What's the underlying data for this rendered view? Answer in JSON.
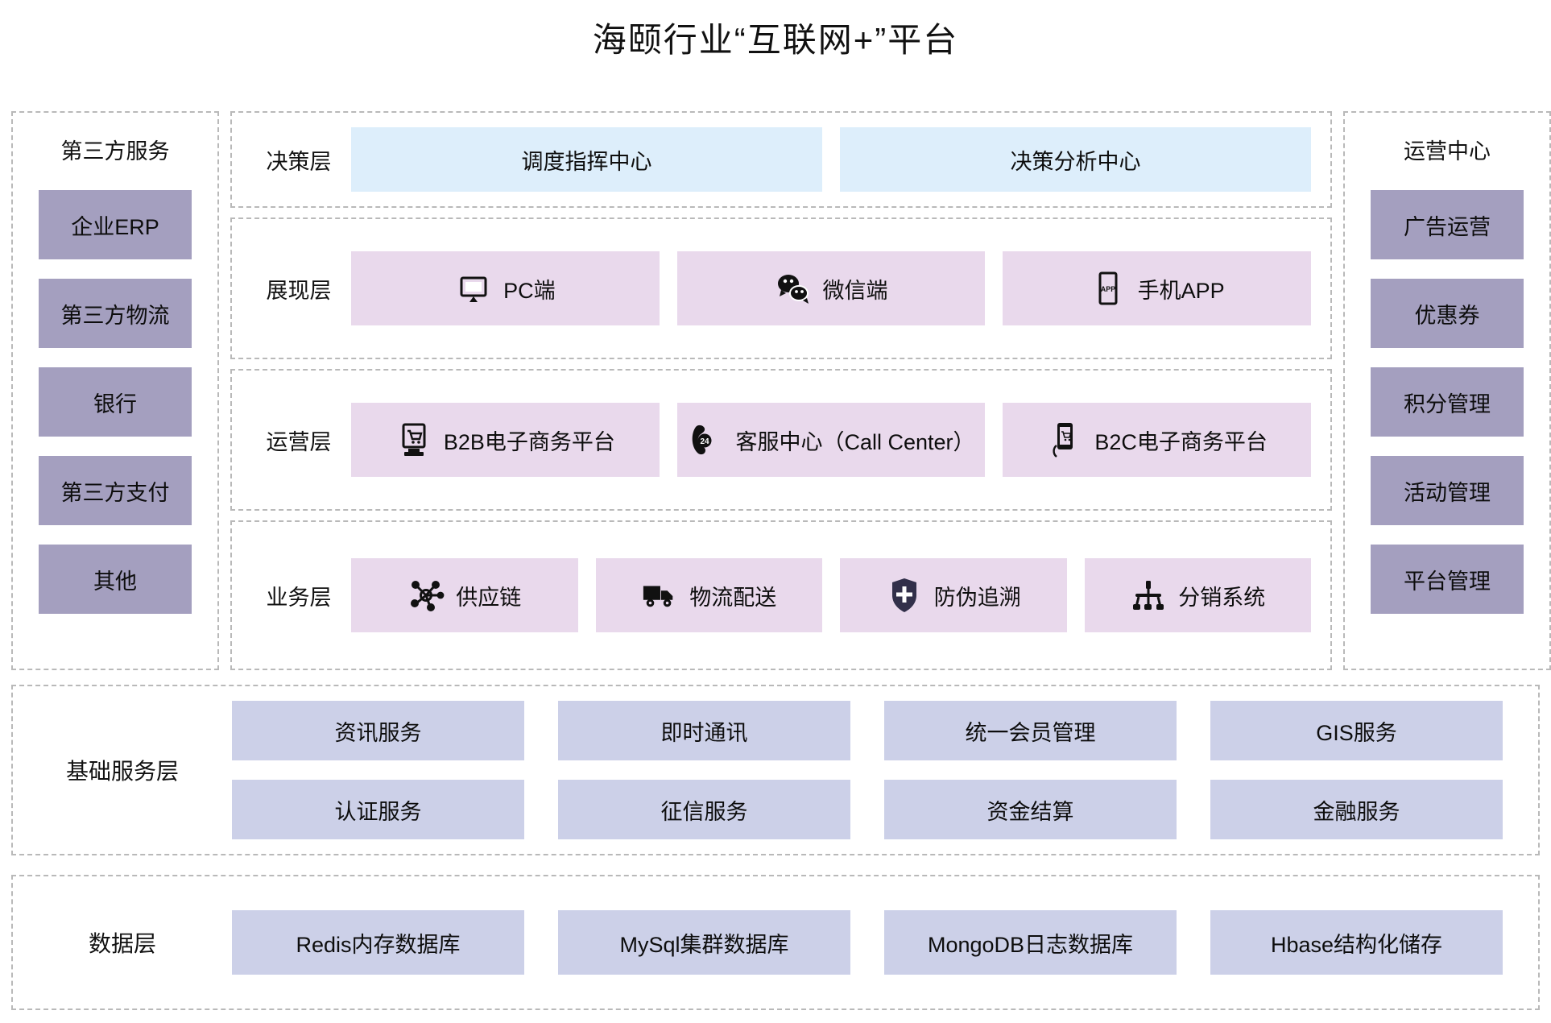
{
  "title": "海颐行业“互联网+”平台",
  "colors": {
    "purple_box": "#a49fbf",
    "pink_box": "#e9d9ec",
    "blue_box": "#ddeefb",
    "lavender_box": "#ccd0e8",
    "dashed_border": "#b9b9b9"
  },
  "left_column": {
    "header": "第三方服务",
    "items": [
      {
        "label": "企业ERP"
      },
      {
        "label": "第三方物流"
      },
      {
        "label": "银行"
      },
      {
        "label": "第三方支付"
      },
      {
        "label": "其他"
      }
    ]
  },
  "right_column": {
    "header": "运营中心",
    "items": [
      {
        "label": "广告运营"
      },
      {
        "label": "优惠券"
      },
      {
        "label": "积分管理"
      },
      {
        "label": "活动管理"
      },
      {
        "label": "平台管理"
      }
    ]
  },
  "layers": [
    {
      "label": "决策层",
      "style": "blue",
      "items": [
        {
          "label": "调度指挥中心",
          "icon": ""
        },
        {
          "label": "决策分析中心",
          "icon": ""
        }
      ]
    },
    {
      "label": "展现层",
      "style": "pink",
      "items": [
        {
          "label": "PC端",
          "icon": "monitor-icon"
        },
        {
          "label": "微信端",
          "icon": "wechat-icon"
        },
        {
          "label": "手机APP",
          "icon": "mobile-app-icon"
        }
      ]
    },
    {
      "label": "运营层",
      "style": "pink",
      "items": [
        {
          "label": "B2B电子商务平台",
          "icon": "shopping-cart-monitor-icon"
        },
        {
          "label": "客服中心（Call Center）",
          "icon": "phone-24-icon"
        },
        {
          "label": "B2C电子商务平台",
          "icon": "mobile-shopping-icon"
        }
      ]
    },
    {
      "label": "业务层",
      "style": "pink",
      "items": [
        {
          "label": "供应链",
          "icon": "network-nodes-icon"
        },
        {
          "label": "物流配送",
          "icon": "truck-icon"
        },
        {
          "label": "防伪追溯",
          "icon": "shield-icon"
        },
        {
          "label": "分销系统",
          "icon": "distribution-tree-icon"
        }
      ]
    }
  ],
  "basic_service_band": {
    "label": "基础服务层",
    "items": [
      {
        "label": "资讯服务"
      },
      {
        "label": "即时通讯"
      },
      {
        "label": "统一会员管理"
      },
      {
        "label": "GIS服务"
      },
      {
        "label": "认证服务"
      },
      {
        "label": "征信服务"
      },
      {
        "label": "资金结算"
      },
      {
        "label": "金融服务"
      }
    ]
  },
  "data_band": {
    "label": "数据层",
    "items": [
      {
        "label": "Redis内存数据库"
      },
      {
        "label": "MySql集群数据库"
      },
      {
        "label": "MongoDB日志数据库"
      },
      {
        "label": "Hbase结构化储存"
      }
    ]
  }
}
